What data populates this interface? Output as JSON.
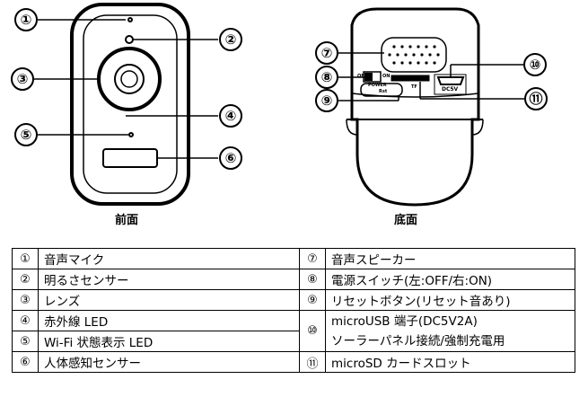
{
  "captions": {
    "front": "前面",
    "bottom": "底面"
  },
  "markers": [
    "①",
    "②",
    "③",
    "④",
    "⑤",
    "⑥",
    "⑦",
    "⑧",
    "⑨",
    "⑩",
    "⑪"
  ],
  "bottom_labels": {
    "off": "OFF",
    "power": "POWER",
    "on": "ON",
    "tf": "TF",
    "rst": "Rst",
    "dc": "DC5V"
  },
  "table": {
    "left": [
      {
        "num": "①",
        "text": "音声マイク"
      },
      {
        "num": "②",
        "text": "明るさセンサー"
      },
      {
        "num": "③",
        "text": "レンズ"
      },
      {
        "num": "④",
        "text": "赤外線 LED"
      },
      {
        "num": "⑤",
        "text": "Wi-Fi 状態表示 LED"
      },
      {
        "num": "⑥",
        "text": "人体感知センサー"
      }
    ],
    "right": [
      {
        "num": "⑦",
        "text": "音声スピーカー"
      },
      {
        "num": "⑧",
        "text": "電源スイッチ(左:OFF/右:ON)"
      },
      {
        "num": "⑨",
        "text": "リセットボタン(リセット音あり)"
      },
      {
        "num": "⑩",
        "text": "microUSB 端子(DC5V2A)",
        "text2": "ソーラーパネル接続/強制充電用"
      },
      {
        "num": "⑪",
        "text": "microSD カードスロット"
      }
    ]
  }
}
